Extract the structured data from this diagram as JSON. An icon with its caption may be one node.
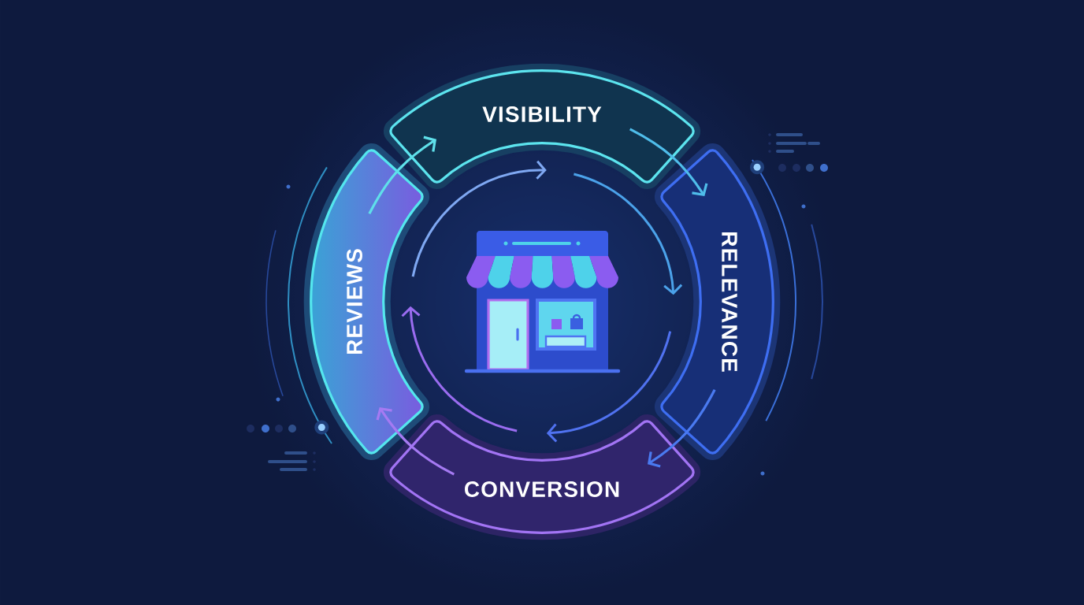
{
  "diagram": {
    "nodes": [
      {
        "text": [
          "VISIBILITY"
        ]
      },
      {
        "text": [
          "RELEVANCE"
        ]
      },
      {
        "text": [
          "CONVERSION"
        ]
      },
      {
        "text": [
          "REVIEWS"
        ]
      }
    ],
    "edges": [
      {
        "from": 3,
        "to": 0,
        "arrow": "to",
        "color": "#5fe0ea"
      },
      {
        "from": 0,
        "to": 1,
        "arrow": "to",
        "color": "#4fbdea"
      },
      {
        "from": 1,
        "to": 2,
        "arrow": "to",
        "color": "#4a7af0"
      },
      {
        "from": 2,
        "to": 3,
        "arrow": "to",
        "color": "#a57af2"
      }
    ]
  }
}
